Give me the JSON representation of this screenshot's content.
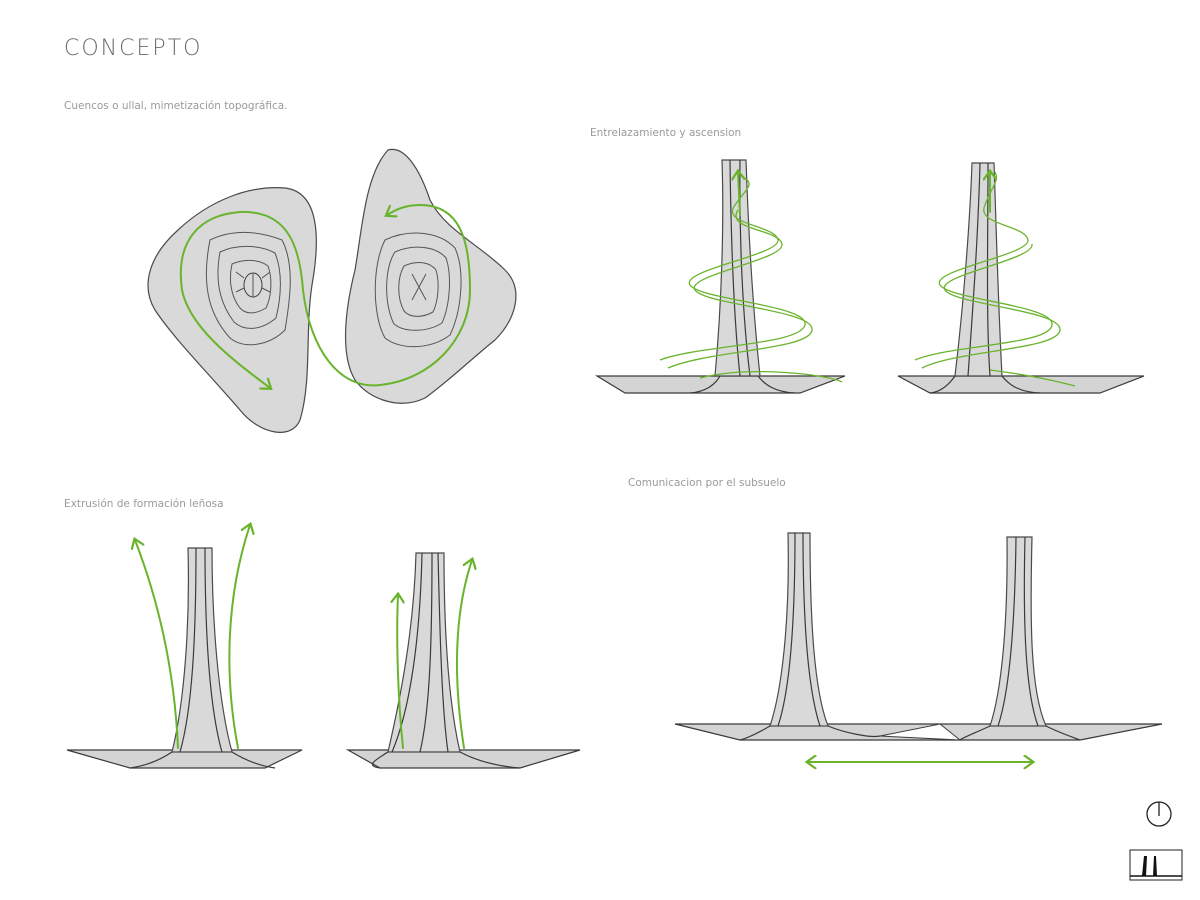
{
  "title": "CONCEPTO",
  "captions": {
    "bowls": "Cuencos o ullal, mimetización topográfica.",
    "intertwine": "Entrelazamiento y ascension",
    "extrusion": "Extrusión de formación leñosa",
    "underground": "Comunicacion por el subsuelo"
  },
  "colors": {
    "accent_green": "#6ab42d",
    "form_gray": "#d9d9d9",
    "outline": "#3a3a3a"
  },
  "icons": [
    "north-compass-icon",
    "twin-towers-silhouette-icon"
  ]
}
